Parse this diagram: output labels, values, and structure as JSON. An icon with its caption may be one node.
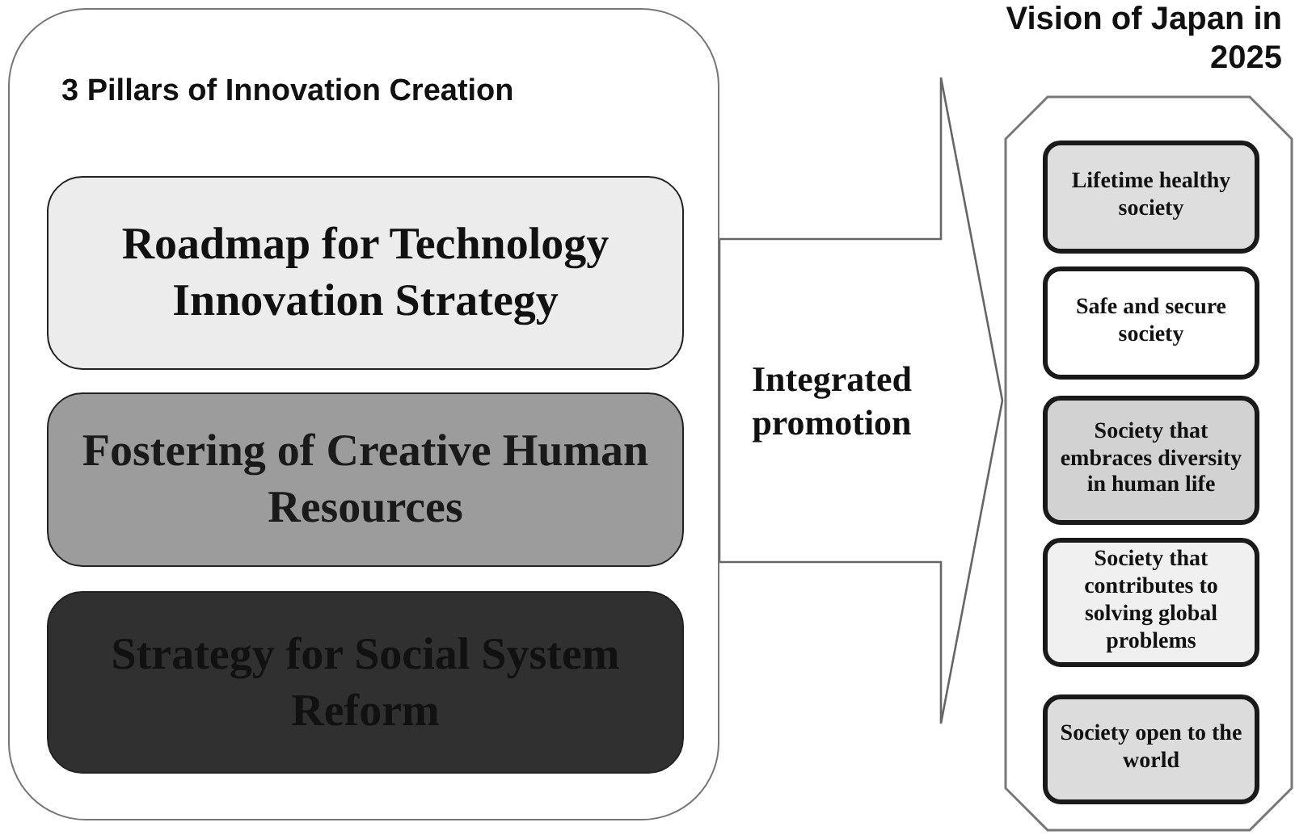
{
  "diagram": {
    "nodes": [
      {
        "text": [
          "3 Pillars of Innovation Creation"
        ]
      },
      {
        "text": [
          "Roadmap for Technology Innovation Strategy"
        ],
        "in": 0
      },
      {
        "text": [
          "Fostering of Creative Human Resources"
        ],
        "in": 0
      },
      {
        "text": [
          "Strategy for Social System Reform"
        ],
        "in": 0
      },
      {
        "text": [
          "Vision of Japan in 2025"
        ]
      },
      {
        "text": [
          "Lifetime healthy society"
        ],
        "in": 4
      },
      {
        "text": [
          "Safe and secure society"
        ],
        "in": 4
      },
      {
        "text": [
          "Society that embraces diversity in human life"
        ],
        "in": 4
      },
      {
        "text": [
          "Society that contributes to solving global problems"
        ],
        "in": 4
      },
      {
        "text": [
          "Society open to the world"
        ],
        "in": 4
      }
    ],
    "edges": [
      {
        "from": 0,
        "to": 4,
        "arrow": "to",
        "label": "Integrated promotion",
        "style": "thick"
      }
    ]
  }
}
